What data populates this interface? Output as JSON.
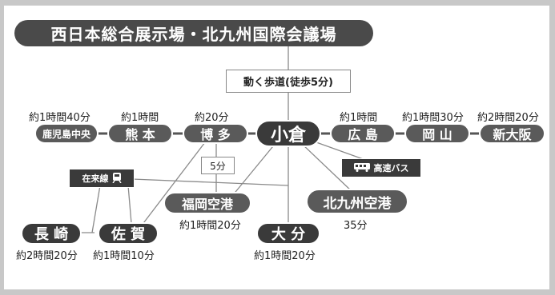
{
  "title": "西日本総合展示場・北九州国際会議場",
  "walkway": "動く歩道(徒歩5分)",
  "stations": {
    "kagoshima": "鹿児島中央",
    "kumamoto": "熊 本",
    "hakata": "博 多",
    "kokura": "小倉",
    "hiroshima": "広 島",
    "okayama": "岡 山",
    "shinosaka": "新大阪",
    "fukuoka_airport": "福岡空港",
    "kitakyushu_airport": "北九州空港",
    "oita": "大 分",
    "nagasaki": "長 崎",
    "saga": "佐 賀"
  },
  "times": {
    "kagoshima": "約1時間40分",
    "kumamoto": "約1時間",
    "hakata": "約20分",
    "hiroshima": "約1時間",
    "okayama": "約1時間30分",
    "shinosaka": "約2時間20分",
    "hakata_fukuoka": "5分",
    "fukuoka_airport": "約1時間20分",
    "kitakyushu_airport": "35分",
    "oita": "約1時間20分",
    "nagasaki": "約2時間20分",
    "saga": "約1時間10分"
  },
  "legend": {
    "conventional": "在来線",
    "bus": "高速バス",
    "train_icon": "train-icon",
    "bus_icon": "bus-icon"
  }
}
